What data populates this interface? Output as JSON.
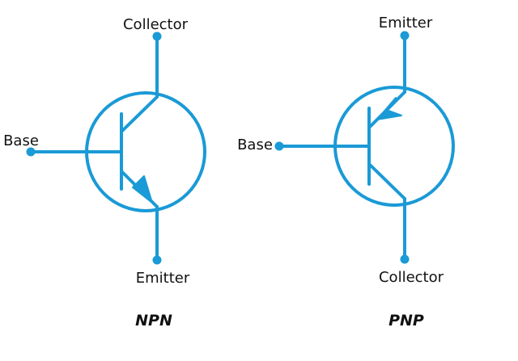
{
  "style": {
    "symbol_color": "#1a9ad6",
    "text_color": "#111111",
    "background": "#ffffff"
  },
  "npn": {
    "caption": "NPN",
    "base_label": "Base",
    "collector_label": "Collector",
    "emitter_label": "Emitter"
  },
  "pnp": {
    "caption": "PNP",
    "base_label": "Base",
    "collector_label": "Collector",
    "emitter_label": "Emitter"
  }
}
